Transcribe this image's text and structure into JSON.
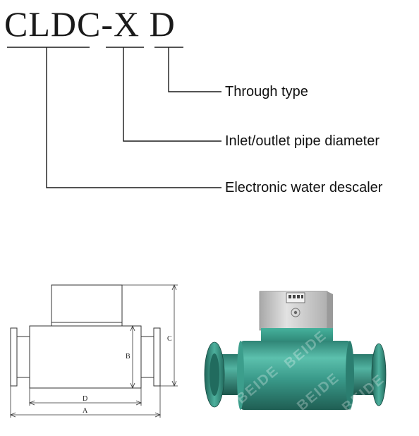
{
  "model": {
    "code": "CLDC-X D"
  },
  "callouts": [
    {
      "id": "through",
      "label": "Through type"
    },
    {
      "id": "inlet",
      "label": "Inlet/outlet pipe diameter"
    },
    {
      "id": "electronic",
      "label": "Electronic water descaler"
    }
  ],
  "drawing": {
    "dimension_labels": {
      "A": "A",
      "B": "B",
      "C": "C",
      "D": "D"
    }
  },
  "photo": {
    "watermark": "BEIDE"
  },
  "colors": {
    "body_green": "#3a9a8a",
    "box_steel": "#c9c9c9",
    "lines": "#1a1a1a"
  }
}
